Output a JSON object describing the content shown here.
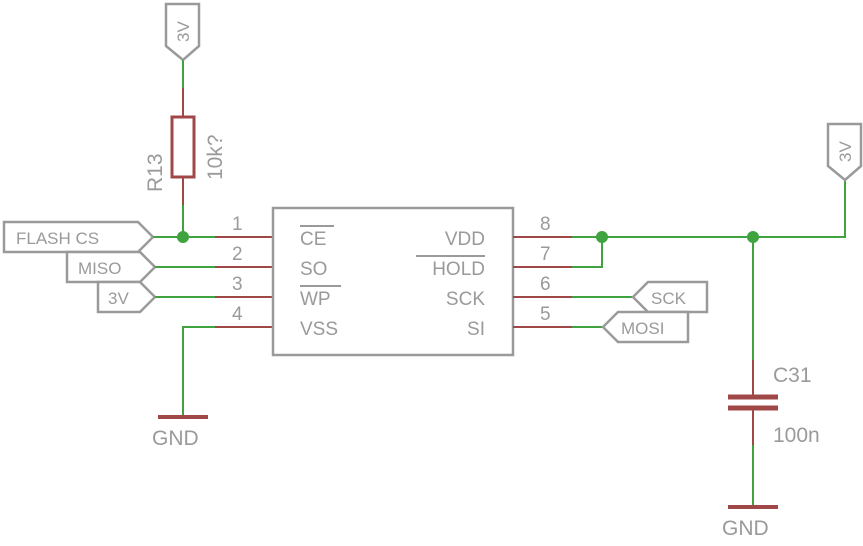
{
  "chip": {
    "pins_left": [
      {
        "number": "1",
        "name": "CE",
        "overbar": true
      },
      {
        "number": "2",
        "name": "SO",
        "overbar": false
      },
      {
        "number": "3",
        "name": "WP",
        "overbar": true
      },
      {
        "number": "4",
        "name": "VSS",
        "overbar": false
      }
    ],
    "pins_right": [
      {
        "number": "8",
        "name": "VDD",
        "overbar": false
      },
      {
        "number": "7",
        "name": "HOLD",
        "overbar": true
      },
      {
        "number": "6",
        "name": "SCK",
        "overbar": false
      },
      {
        "number": "5",
        "name": "SI",
        "overbar": false
      }
    ]
  },
  "resistor": {
    "ref": "R13",
    "value": "10k?"
  },
  "capacitor": {
    "ref": "C31",
    "value": "100n"
  },
  "ports": {
    "flash_cs": "FLASH  CS",
    "miso": "MISO",
    "wp_supply": "3V",
    "sck": "SCK",
    "mosi": "MOSI",
    "supply_left": "3V",
    "supply_right": "3V"
  },
  "grounds": {
    "left": "GND",
    "right": "GND"
  },
  "colors": {
    "wire": "#3fa33f",
    "component": "#a04848",
    "label": "#9a9a9a"
  }
}
